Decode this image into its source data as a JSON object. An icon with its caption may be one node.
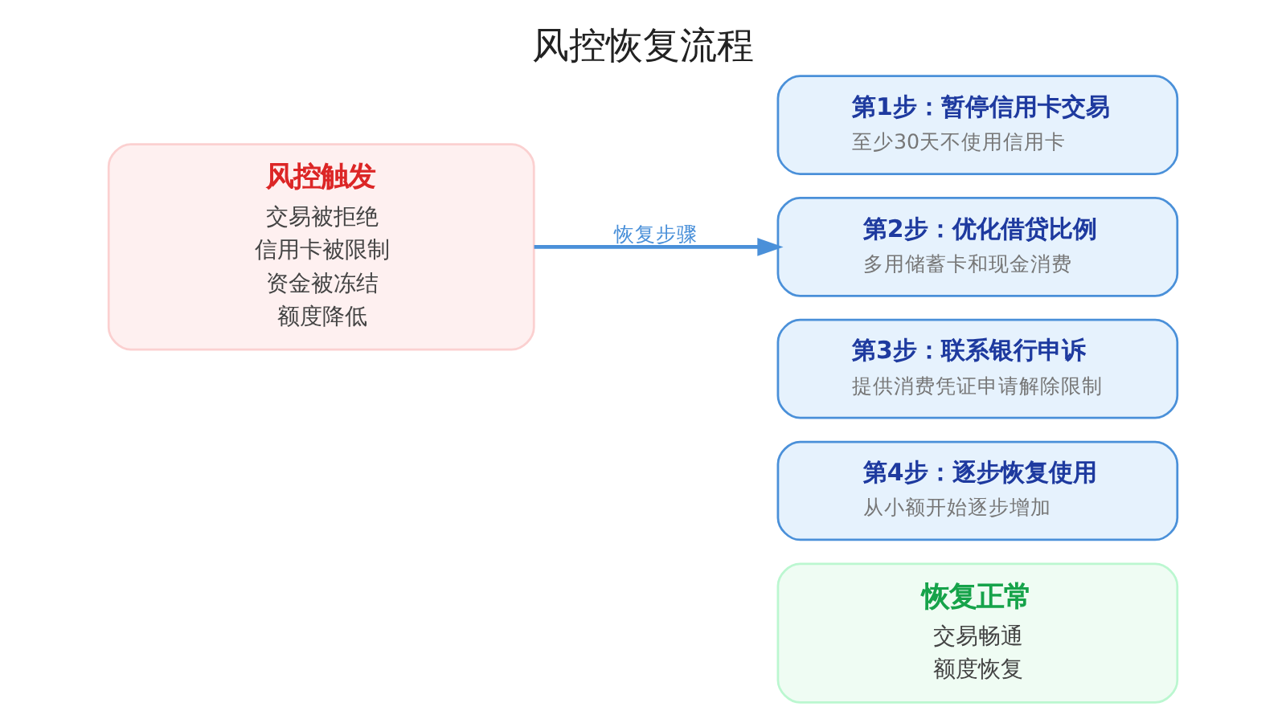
{
  "diagram": {
    "title": "风控恢复流程",
    "nodes": [
      {
        "text": [
          "风控触发",
          "交易被拒绝",
          "信用卡被限制",
          "资金被冻结",
          "额度降低"
        ]
      },
      {
        "text": [
          "第1步：暂停信用卡交易",
          "至少30天不使用信用卡"
        ]
      },
      {
        "text": [
          "第2步：优化借贷比例",
          "多用储蓄卡和现金消费"
        ]
      },
      {
        "text": [
          "第3步：联系银行申诉",
          "提供消费凭证申请解除限制"
        ]
      },
      {
        "text": [
          "第4步：逐步恢复使用",
          "从小额开始逐步增加"
        ]
      },
      {
        "text": [
          "恢复正常",
          "交易畅通",
          "额度恢复"
        ]
      }
    ],
    "edges": [
      {
        "from": 0,
        "to": 2,
        "arrow": "to",
        "label": "恢复步骤"
      }
    ]
  }
}
